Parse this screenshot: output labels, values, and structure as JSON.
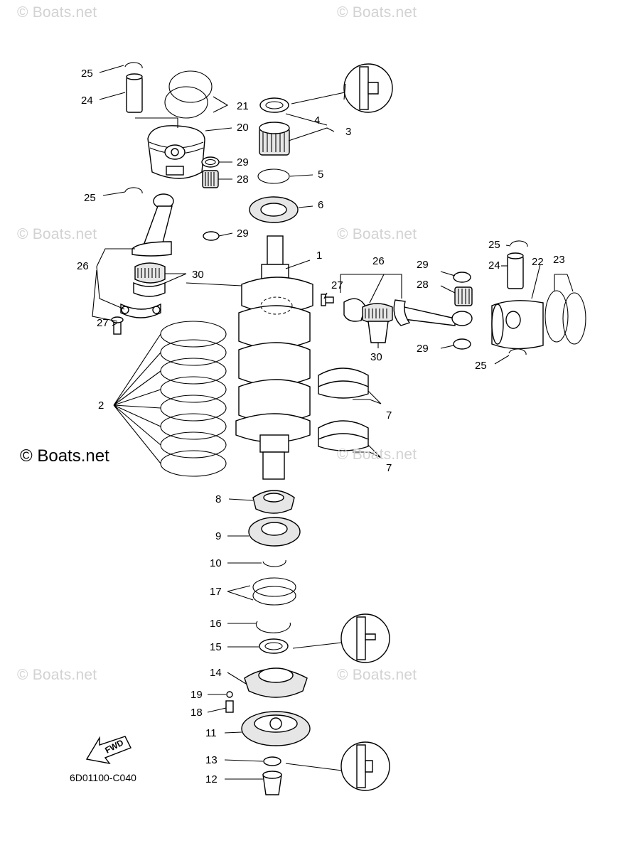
{
  "watermark": {
    "text": "© Boats.net",
    "main_text": "© Boats.net"
  },
  "diagram_code": "6D01100-C040",
  "fwd_label": "FWD",
  "parts": [
    {
      "id": "c25a",
      "label": "25"
    },
    {
      "id": "c24a",
      "label": "24"
    },
    {
      "id": "c21",
      "label": "21"
    },
    {
      "id": "c20",
      "label": "20"
    },
    {
      "id": "c29a",
      "label": "29"
    },
    {
      "id": "c28a",
      "label": "28"
    },
    {
      "id": "c25b",
      "label": "25"
    },
    {
      "id": "c29b",
      "label": "29"
    },
    {
      "id": "c26a",
      "label": "26"
    },
    {
      "id": "c30a",
      "label": "30"
    },
    {
      "id": "c27a",
      "label": "27"
    },
    {
      "id": "c4",
      "label": "4"
    },
    {
      "id": "c3",
      "label": "3"
    },
    {
      "id": "c5",
      "label": "5"
    },
    {
      "id": "c6",
      "label": "6"
    },
    {
      "id": "c1",
      "label": "1"
    },
    {
      "id": "c26b",
      "label": "26"
    },
    {
      "id": "c27b",
      "label": "27"
    },
    {
      "id": "c30b",
      "label": "30"
    },
    {
      "id": "c25c",
      "label": "25"
    },
    {
      "id": "c24b",
      "label": "24"
    },
    {
      "id": "c22",
      "label": "22"
    },
    {
      "id": "c23",
      "label": "23"
    },
    {
      "id": "c29c",
      "label": "29"
    },
    {
      "id": "c28b",
      "label": "28"
    },
    {
      "id": "c29d",
      "label": "29"
    },
    {
      "id": "c25d",
      "label": "25"
    },
    {
      "id": "c2",
      "label": "2"
    },
    {
      "id": "c7a",
      "label": "7"
    },
    {
      "id": "c7b",
      "label": "7"
    },
    {
      "id": "c8",
      "label": "8"
    },
    {
      "id": "c9",
      "label": "9"
    },
    {
      "id": "c10",
      "label": "10"
    },
    {
      "id": "c17",
      "label": "17"
    },
    {
      "id": "c16",
      "label": "16"
    },
    {
      "id": "c15",
      "label": "15"
    },
    {
      "id": "c14",
      "label": "14"
    },
    {
      "id": "c19",
      "label": "19"
    },
    {
      "id": "c18",
      "label": "18"
    },
    {
      "id": "c11",
      "label": "11"
    },
    {
      "id": "c13",
      "label": "13"
    },
    {
      "id": "c12",
      "label": "12"
    }
  ]
}
